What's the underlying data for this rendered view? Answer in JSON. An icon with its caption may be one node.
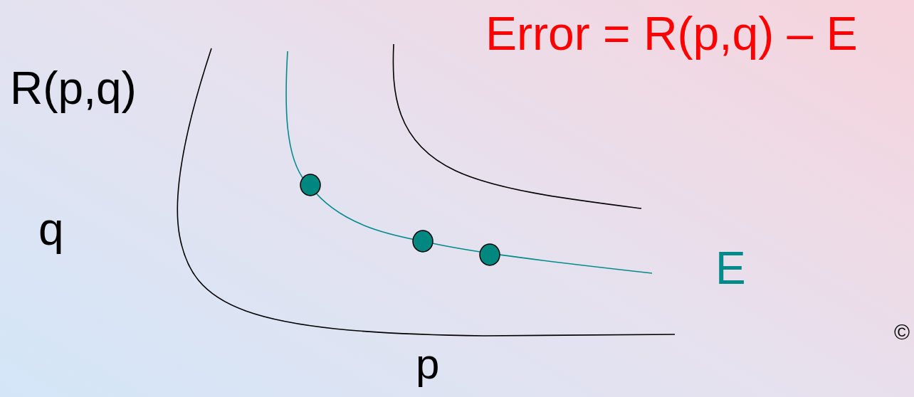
{
  "diagram": {
    "title": "Error = R(p,q) – E",
    "labels": [
      "R(p,q)",
      "q",
      "E",
      "©",
      "p"
    ]
  }
}
